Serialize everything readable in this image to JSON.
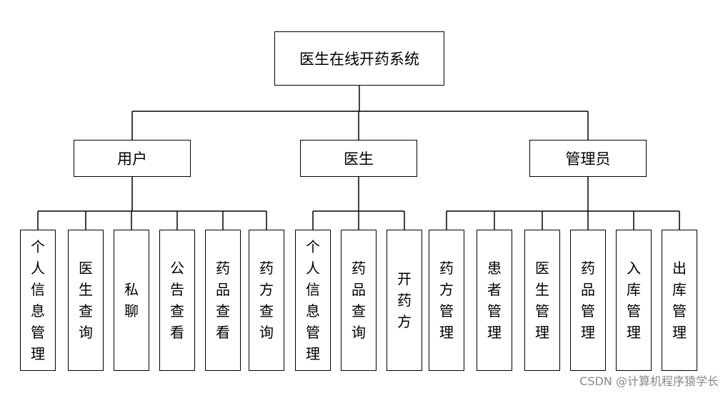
{
  "root": {
    "label": "医生在线开药系统"
  },
  "roles": [
    {
      "label": "用户",
      "children": [
        "个人信息管理",
        "医生查询",
        "私聊",
        "公告查看",
        "药品查看",
        "药方查询"
      ]
    },
    {
      "label": "医生",
      "children": [
        "个人信息管理",
        "药品查询",
        "开药方"
      ]
    },
    {
      "label": "管理员",
      "children": [
        "药方管理",
        "患者管理",
        "医生管理",
        "药品管理",
        "入库管理",
        "出库管理"
      ]
    }
  ],
  "watermark": "CSDN @计算机程序猿学长",
  "colors": {
    "line": "#000000",
    "background": "#ffffff",
    "watermark": "#888888"
  }
}
